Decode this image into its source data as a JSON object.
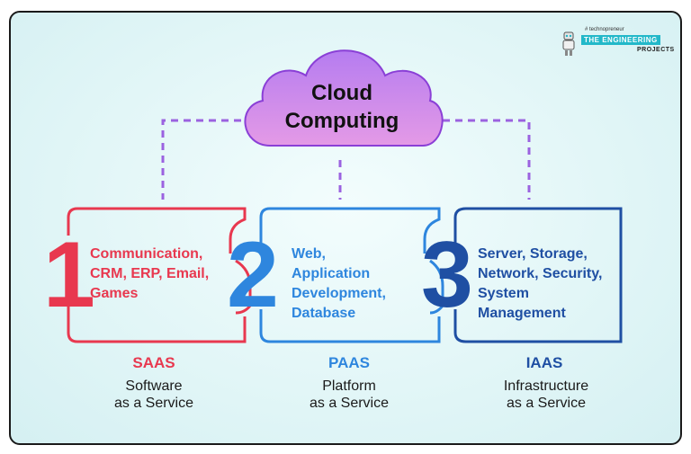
{
  "cloud": {
    "line1": "Cloud",
    "line2": "Computing"
  },
  "logo": {
    "tagline": "# technopreneur",
    "name": "THE ENGINEERING",
    "sub": "PROJECTS"
  },
  "models": [
    {
      "number": "1",
      "lines": [
        "Communication,",
        "CRM, ERP, Email,",
        "Games"
      ],
      "abbr": "SAAS",
      "desc1": "Software",
      "desc2": "as a Service",
      "color": "#e8384f"
    },
    {
      "number": "2",
      "lines": [
        "Web,",
        "Application",
        "Development,",
        "Database"
      ],
      "abbr": "PAAS",
      "desc1": "Platform",
      "desc2": "as a Service",
      "color": "#2e86de"
    },
    {
      "number": "3",
      "lines": [
        "Server, Storage,",
        "Network, Security,",
        "System",
        "Management"
      ],
      "abbr": "IAAS",
      "desc1": "Infrastructure",
      "desc2": "as a Service",
      "color": "#1f4fa3"
    }
  ],
  "colors": {
    "cloud": "#c77be8",
    "connector": "#9b62e0",
    "frame": "#1a1a1a",
    "background": "#e2f6f7"
  }
}
